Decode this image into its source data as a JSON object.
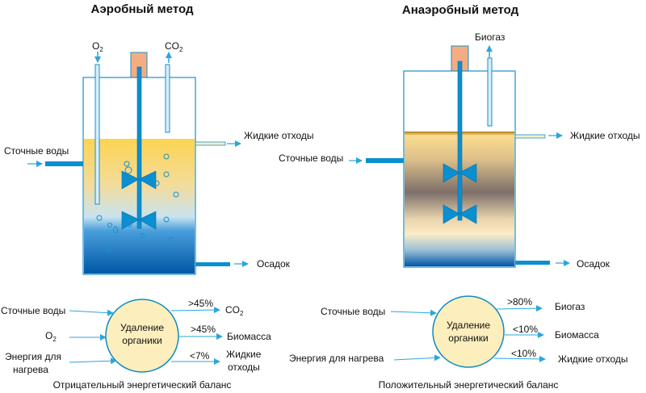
{
  "colors": {
    "water_blue": "#0a8fd0",
    "tank_outline": "#1a8fc8",
    "motor": "#f4ad82",
    "yellow": "#fcd658",
    "deep_blue": "#0058a6",
    "brown": "#7d6f6a",
    "circle_fill": "#fdeebd",
    "circle_stroke": "#0e8cc2",
    "arrow": "#2aa6db"
  },
  "aerobic": {
    "title": "Аэробный метод",
    "labels": {
      "o2_in": "O",
      "o2_sub": "2",
      "co2_out": "CO",
      "co2_sub": "2",
      "inlet": "Сточные воды",
      "liquid_waste": "Жидкие отходы",
      "sludge": "Осадок"
    },
    "balance": {
      "center_line1": "Удаление",
      "center_line2": "органики",
      "inputs": [
        "Сточные воды",
        "O",
        "Энергия для",
        "нагрева"
      ],
      "o2_sub": "2",
      "outputs": [
        {
          "pct": ">45%",
          "label": "CO",
          "sub": "2"
        },
        {
          "pct": ">45%",
          "label": "Биомасса"
        },
        {
          "pct": "<7%",
          "label": "Жидкие",
          "label2": "отходы"
        }
      ],
      "caption": "Отрицательный энергетический баланс"
    }
  },
  "anaerobic": {
    "title": "Анаэробный метод",
    "labels": {
      "biogas_out": "Биогаз",
      "inlet": "Сточные воды",
      "liquid_waste": "Жидкие отходы",
      "sludge": "Осадок"
    },
    "balance": {
      "center_line1": "Удаление",
      "center_line2": "органики",
      "inputs": [
        "Сточные воды",
        "Энергия для нагрева"
      ],
      "outputs": [
        {
          "pct": ">80%",
          "label": "Биогаз"
        },
        {
          "pct": "<10%",
          "label": "Биомасса"
        },
        {
          "pct": "<10%",
          "label": "Жидкие отходы"
        }
      ],
      "caption": "Положительный энергетический баланс"
    }
  }
}
